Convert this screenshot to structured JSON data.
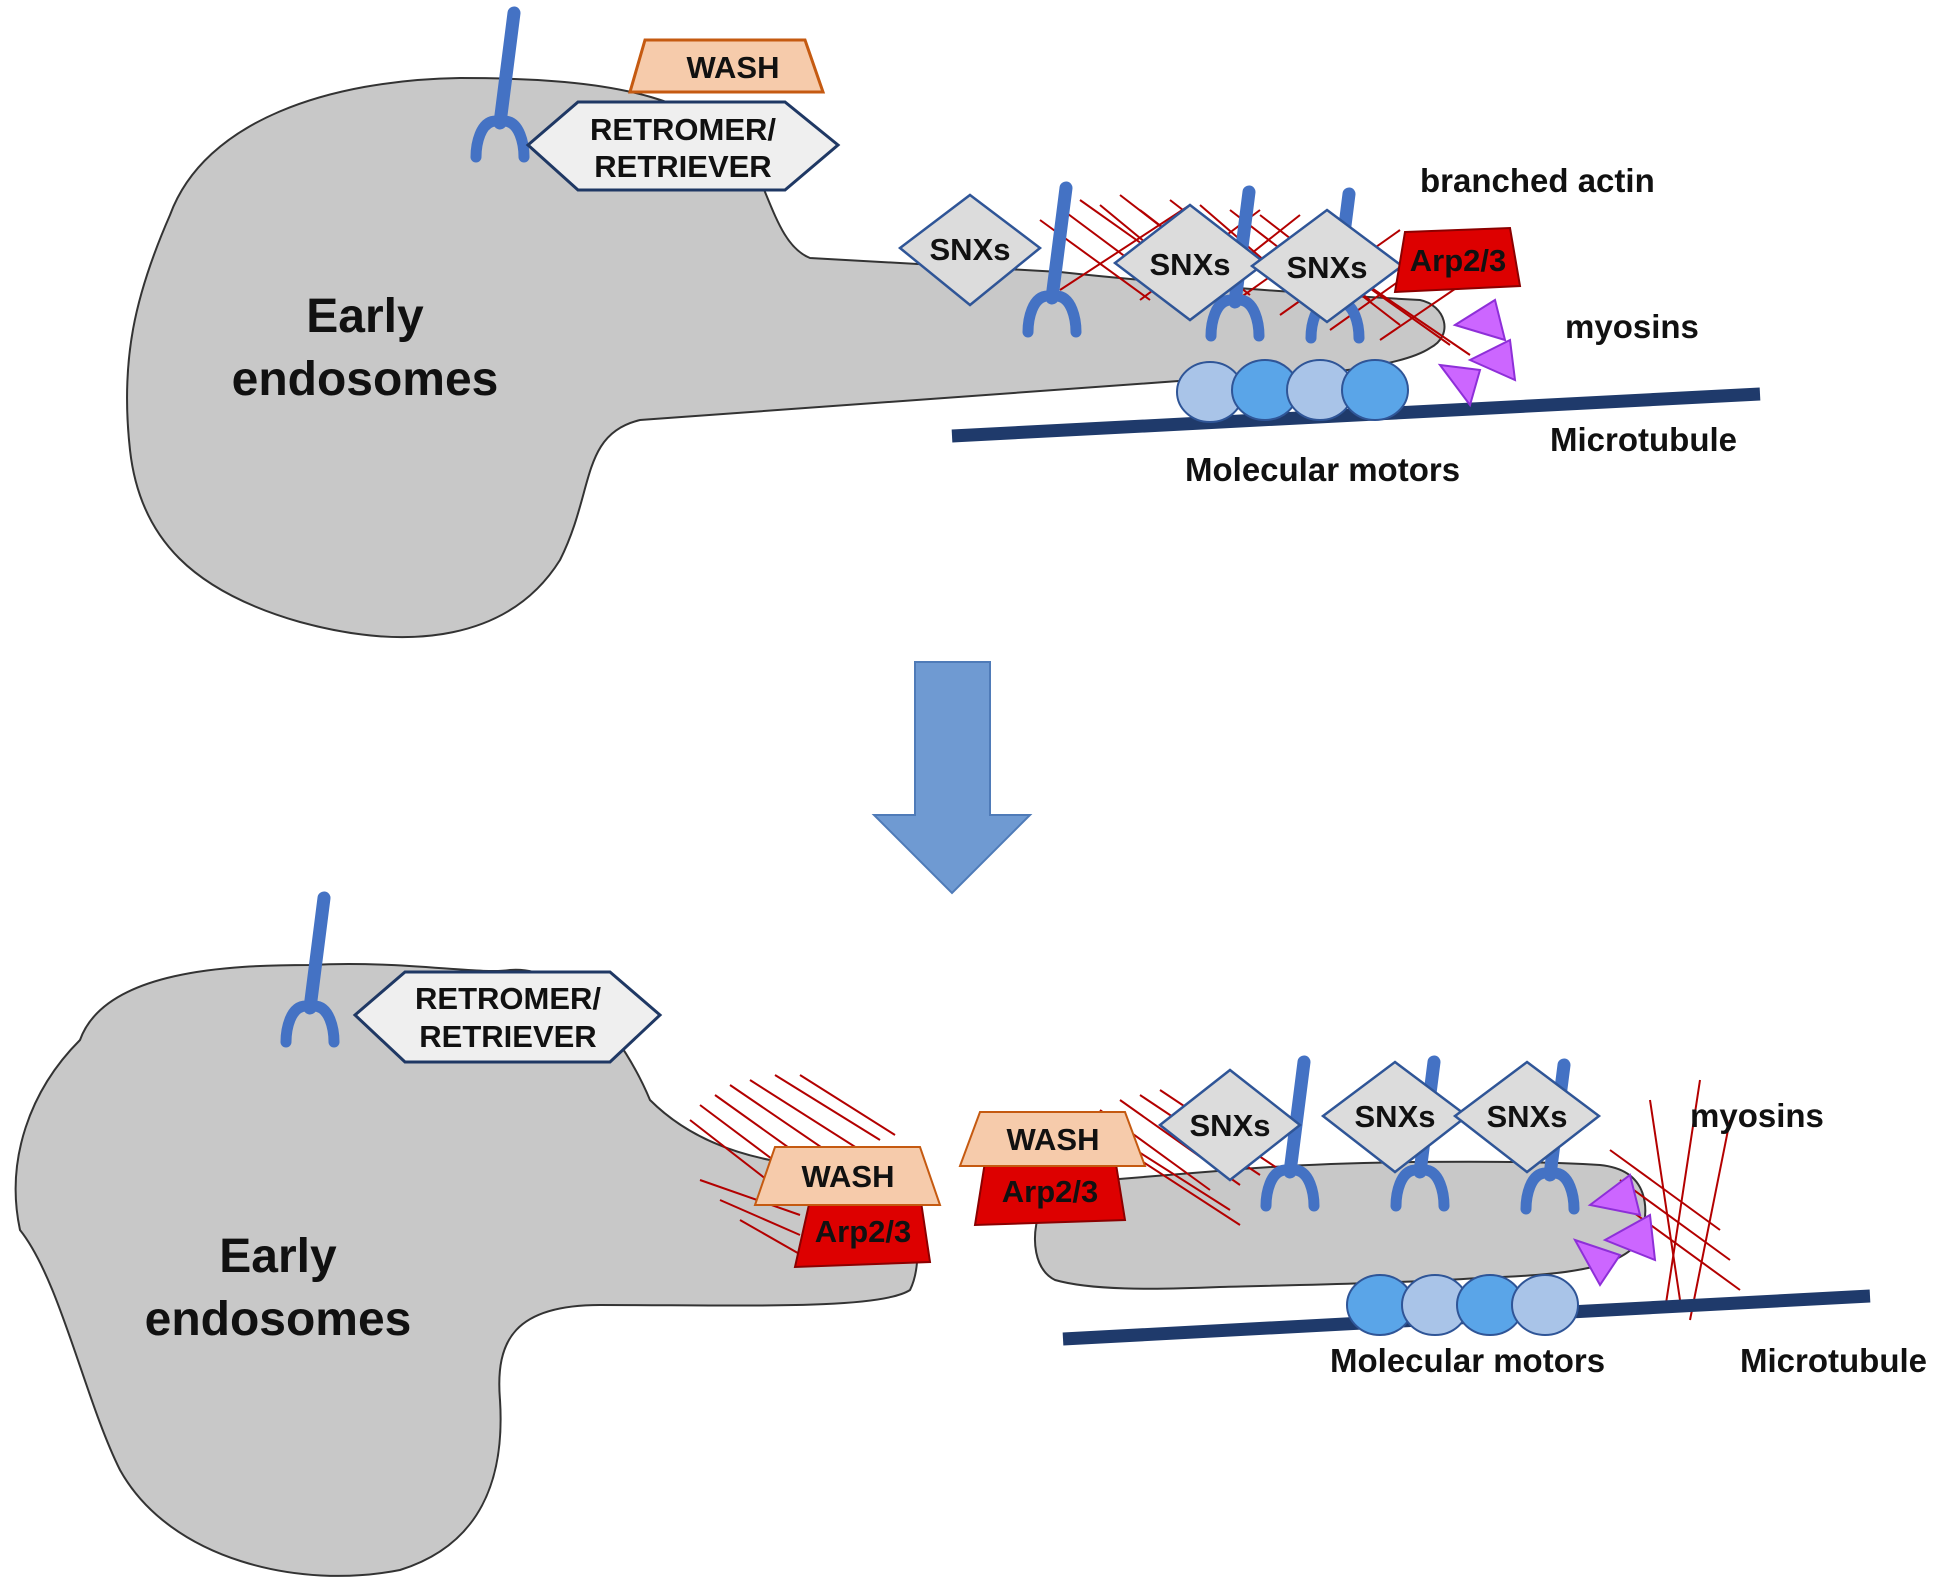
{
  "top": {
    "endosome_label": [
      "Early",
      "endosomes"
    ],
    "wash": "WASH",
    "retromer": [
      "RETROMER/",
      "RETRIEVER"
    ],
    "snx": [
      "SNXs",
      "SNXs",
      "SNXs"
    ],
    "arp": "Arp2/3",
    "branched_actin": "branched actin",
    "myosins": "myosins",
    "microtubule": "Microtubule",
    "motors": "Molecular motors"
  },
  "bottom": {
    "endosome_label": [
      "Early",
      "endosomes"
    ],
    "retromer": [
      "RETROMER/",
      "RETRIEVER"
    ],
    "wash_left": "WASH",
    "arp_left": "Arp2/3",
    "wash_right": "WASH",
    "arp_right": "Arp2/3",
    "snx": [
      "SNXs",
      "SNXs",
      "SNXs"
    ],
    "myosins": "myosins",
    "microtubule": "Microtubule",
    "motors": "Molecular motors"
  },
  "colors": {
    "membrane": "#c8c8c8",
    "receptor": "#4472c4",
    "arrow": "#6f9ad2",
    "arp": "#dd0000",
    "wash": "#f6cbab",
    "actin": "#b30000",
    "myosin": "#cc66ff",
    "microtubule": "#1f3a6b",
    "motor_light": "#a9c4e8",
    "motor_dark": "#5aa5e8"
  }
}
